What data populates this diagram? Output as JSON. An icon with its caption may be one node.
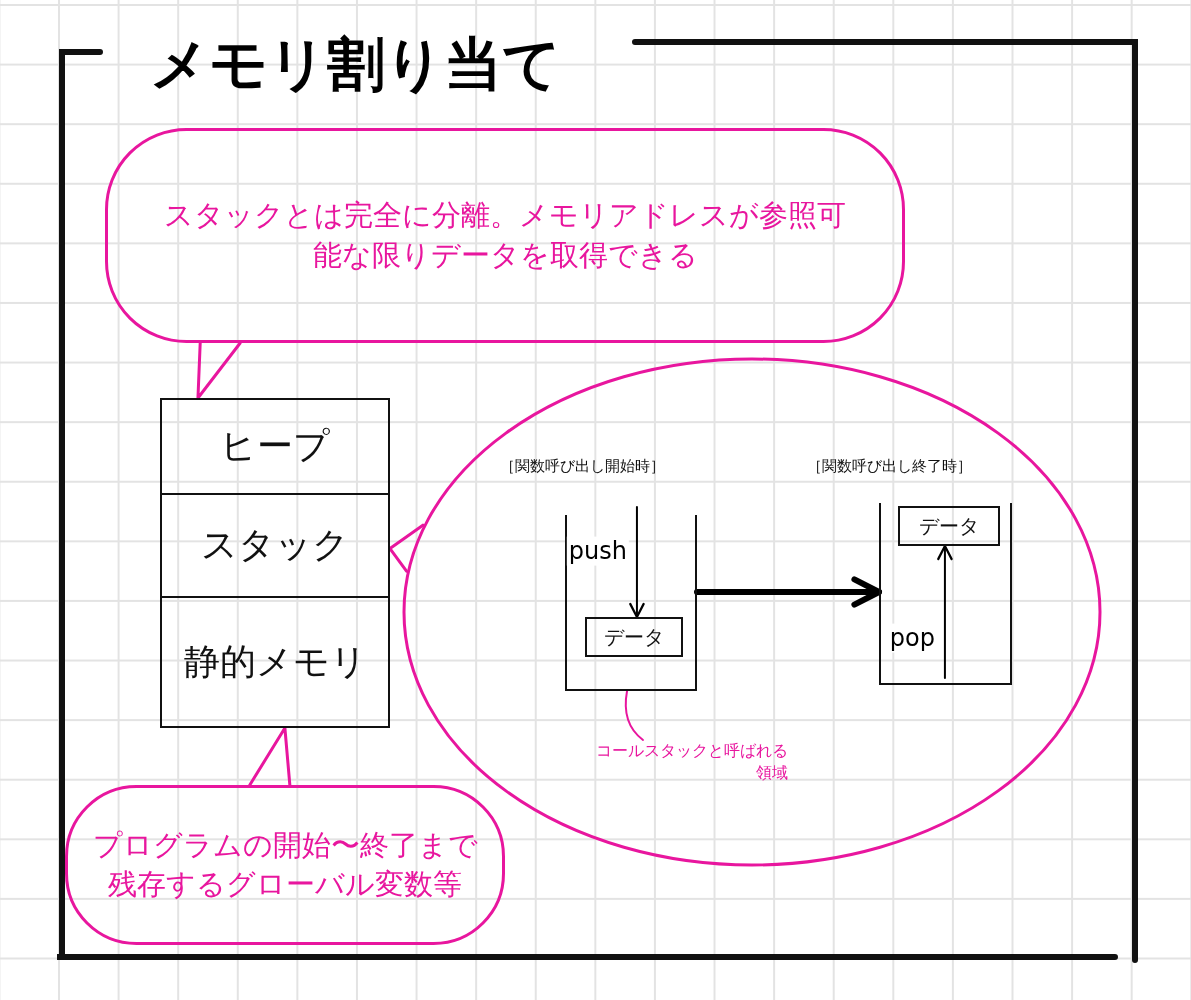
{
  "diagram": {
    "title": "メモリ割り当て",
    "nodes": [
      {
        "text": [
          "スタックとは完全に分離。メモリアドレスが参照可能な限りデータを取得できる"
        ]
      },
      {
        "text": [
          "ヒープ"
        ]
      },
      {
        "text": [
          "スタック"
        ]
      },
      {
        "text": [
          "静的メモリ"
        ]
      },
      {
        "text": [],
        "shape": "circle"
      },
      {
        "text": [],
        "shape": "box",
        "in": 4,
        "beside": [
          "［関数呼び出し開始時］"
        ]
      },
      {
        "text": [
          "データ"
        ],
        "in": 5
      },
      {
        "text": [],
        "shape": "box",
        "in": 4,
        "beside": [
          "［関数呼び出し終了時］"
        ]
      },
      {
        "text": [
          "データ"
        ],
        "in": 7
      },
      {
        "text": [
          "コールスタックと呼ばれる領域"
        ],
        "in": 4
      },
      {
        "text": [
          "プログラムの開始〜終了まで残存するグローバル変数等"
        ]
      }
    ],
    "edges": [
      {
        "from": 0,
        "to": 1,
        "arrow": "none"
      },
      {
        "from": 4,
        "to": 2,
        "arrow": "none"
      },
      {
        "from": 10,
        "to": 3,
        "arrow": "none"
      },
      {
        "from": null,
        "to": 6,
        "arrow": "to",
        "label": "push",
        "color": "#000000"
      },
      {
        "from": 5,
        "to": 7,
        "arrow": "to",
        "style": "thick",
        "color": "#000000"
      },
      {
        "from": null,
        "to": 8,
        "arrow": "to",
        "label": "pop",
        "color": "#000000"
      },
      {
        "from": 9,
        "to": 5,
        "arrow": "none"
      }
    ]
  }
}
